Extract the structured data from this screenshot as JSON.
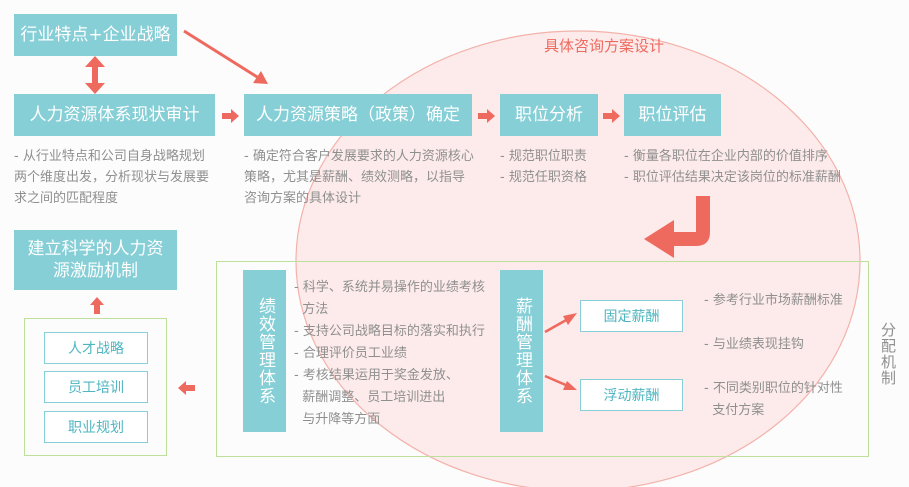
{
  "circle_label": "具体咨询方案设计",
  "side_label": "分配机制",
  "top": {
    "industry_box": "行业特点+企业战略",
    "audit_box": "人力资源体系现状审计",
    "strategy_box": "人力资源策略（政策）确定",
    "analysis_box": "职位分析",
    "evaluation_box": "职位评估"
  },
  "descriptions": {
    "audit": "- 从行业特点和公司自身战略规划两个维度出发，分析现状与发展要求之间的匹配程度",
    "strategy": "- 确定符合客户发展要求的人力资源核心策略，尤其是薪酬、绩效测略，以指导咨询方案的具体设计",
    "analysis": [
      "- 规范职位职责",
      "- 规范任职资格"
    ],
    "evaluation": [
      "- 衡量各职位在企业内部的价值排序",
      "- 职位评估结果决定该岗位的标准薪酬"
    ]
  },
  "incentive_box": "建立科学的人力资源激励机制",
  "incentive_items": [
    "人才战略",
    "员工培训",
    "职业规划"
  ],
  "performance": {
    "title": "绩效管理体系",
    "items": [
      "- 科学、系统并易操作的业绩考核",
      "  方法",
      "- 支持公司战略目标的落实和执行",
      "- 合理评价员工业绩",
      "- 考核结果运用于奖金发放、",
      "  薪酬调整、员工培训进出",
      "  与升降等方面"
    ]
  },
  "compensation": {
    "title": "薪酬管理体系",
    "fixed": "固定薪酬",
    "floating": "浮动薪酬",
    "notes": [
      "- 参考行业市场薪酬标准",
      "- 与业绩表现挂钩",
      "- 不同类别职位的针对性",
      "  支付方案"
    ]
  },
  "colors": {
    "teal": "#86cfd6",
    "arrow_red": "#ee6a5f",
    "circle_fill": "#fbe8e6",
    "circle_stroke": "#f3b2ab",
    "frame_green": "#bfe09a"
  }
}
